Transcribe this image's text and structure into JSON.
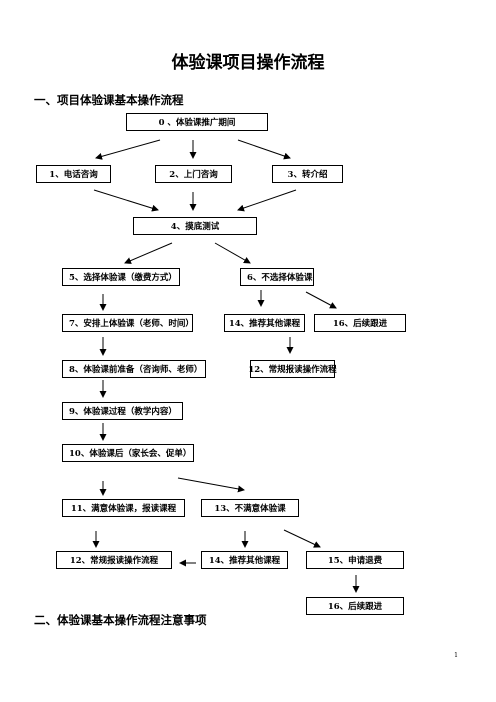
{
  "title": "体验课项目操作流程",
  "section1_heading": "一、项目体验课基本操作流程",
  "section2_heading": "二、体验课基本操作流程注意事项",
  "page_number": "1",
  "flow": {
    "n0": "0 、体验课推广期间",
    "n1": "1、电话咨询",
    "n2": "2、上门咨询",
    "n3": "3、转介绍",
    "n4": "4、摸底测试",
    "n5": "5、选择体验课（缴费方式）",
    "n6": "6、不选择体验课",
    "n7": "7、安排上体验课（老师、时间）",
    "n14a": "14、推荐其他课程",
    "n16a": "16、后续跟进",
    "n8": "8、体验课前准备（咨询师、老师）",
    "n12a": "12、常规报读操作流程",
    "n9": "9、体验课过程（教学内容）",
    "n10": "10、体验课后（家长会、促单）",
    "n11": "11、满意体验课，报读课程",
    "n13": "13、不满意体验课",
    "n12b": "12、常规报读操作流程",
    "n14b": "14、推荐其他课程",
    "n15": "15、申请退费",
    "n16b": "16、后续跟进"
  }
}
